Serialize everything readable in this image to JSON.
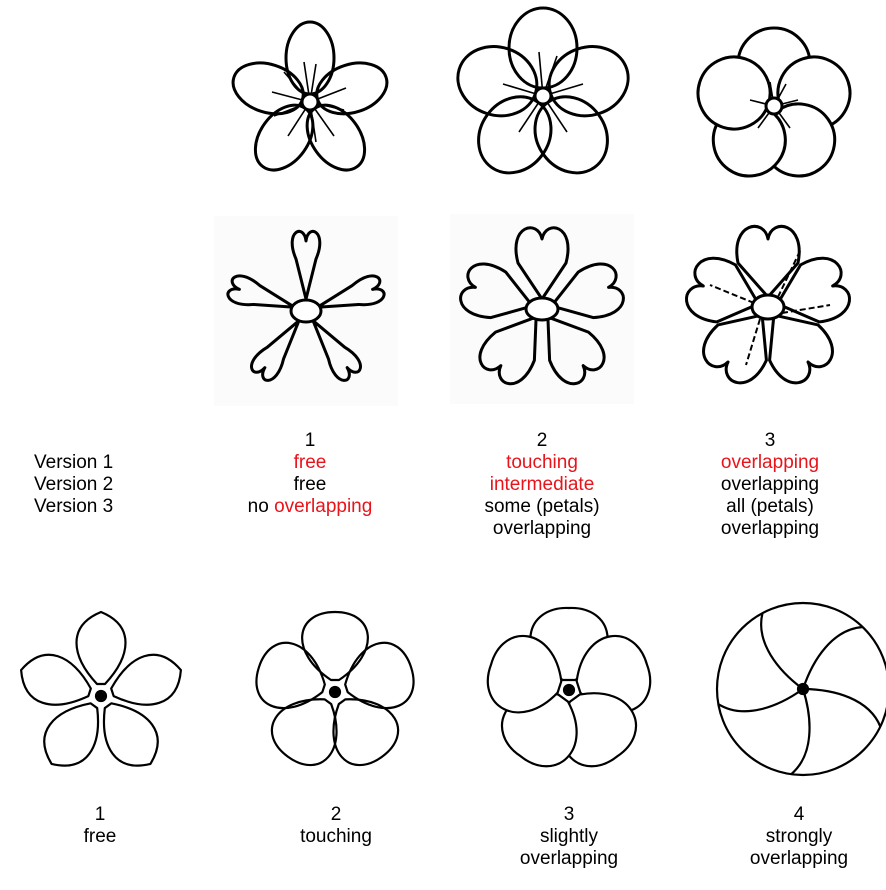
{
  "top_columns": [
    {
      "number": "1",
      "version1": "free",
      "version2": "free",
      "version3_prefix": "no ",
      "version3_highlight": "overlapping"
    },
    {
      "number": "2",
      "version1": "touching",
      "version2": "intermediate",
      "version3_line1": "some (petals)",
      "version3_line2": "overlapping"
    },
    {
      "number": "3",
      "version1": "overlapping",
      "version2": "overlapping",
      "version3_line1": "all (petals)",
      "version3_line2": "overlapping"
    }
  ],
  "version_labels": [
    "Version 1",
    "Version 2",
    "Version 3"
  ],
  "bottom_columns": [
    {
      "number": "1",
      "line1": "free",
      "line2": ""
    },
    {
      "number": "2",
      "line1": "touching",
      "line2": ""
    },
    {
      "number": "3",
      "line1": "slightly",
      "line2": "overlapping"
    },
    {
      "number": "4",
      "line1": "strongly",
      "line2": "overlapping"
    }
  ],
  "colors": {
    "highlight": "#e8141b",
    "ink": "#000000"
  },
  "figures": {
    "top_row_1": [
      "five-petal-flower-free",
      "five-petal-flower-touching",
      "five-petal-flower-overlapping"
    ],
    "top_row_2": [
      "heart-petal-flower-free",
      "heart-petal-flower-intermediate",
      "heart-petal-flower-overlapping"
    ],
    "bottom_row": [
      "outline-flower-free",
      "outline-flower-touching",
      "outline-flower-slightly-overlapping",
      "outline-flower-strongly-overlapping"
    ]
  }
}
